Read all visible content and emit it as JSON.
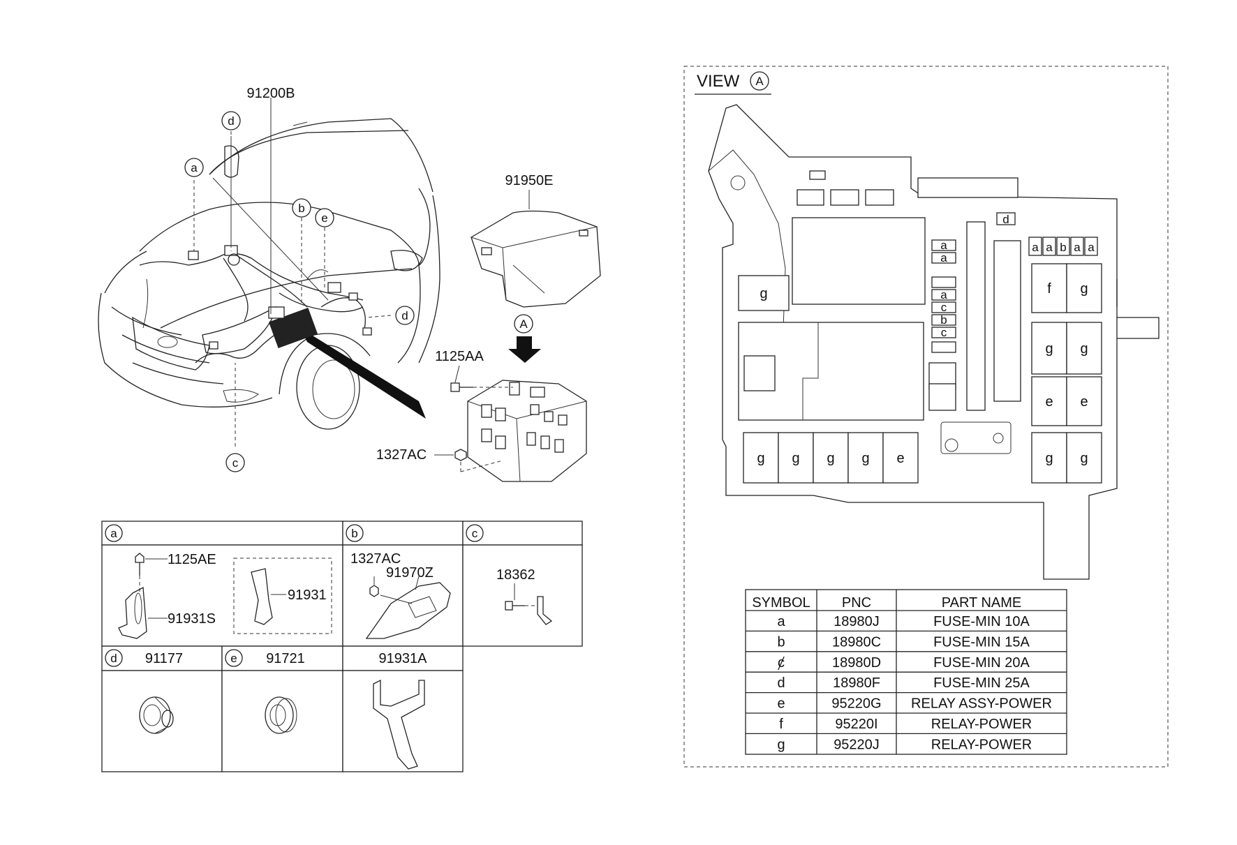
{
  "callouts": {
    "harness": "91200B",
    "cover": "91950E",
    "bolt_main": "1125AA",
    "nut_main": "1327AC",
    "view_arrow": "A"
  },
  "circle_labels": {
    "a": "a",
    "b": "b",
    "c": "c",
    "d": "d",
    "e": "e"
  },
  "details": {
    "a": {
      "tag": "a",
      "bolt": "1125AE",
      "bracket": "91931S",
      "bracket_alt": "91931"
    },
    "b": {
      "tag": "b",
      "nut": "1327AC",
      "part": "91970Z"
    },
    "c": {
      "tag": "c",
      "part": "18362"
    },
    "d": {
      "tag": "d",
      "part": "91177"
    },
    "e": {
      "tag": "e",
      "part": "91721"
    },
    "f": {
      "part": "91931A"
    }
  },
  "view": {
    "title": "VIEW",
    "symbol": "A",
    "slots": {
      "top_d": "d",
      "col_small": [
        "a",
        "a",
        "a",
        "c",
        "b",
        "c"
      ],
      "top_row": [
        "a",
        "a",
        "b",
        "a",
        "a"
      ],
      "relays_right": [
        "f",
        "g",
        "g",
        "g",
        "e",
        "e",
        "g",
        "g"
      ],
      "relay_left": "g",
      "relays_bottom": [
        "g",
        "g",
        "g",
        "g",
        "e"
      ]
    }
  },
  "parts_table": {
    "headers": [
      "SYMBOL",
      "PNC",
      "PART NAME"
    ],
    "rows": [
      [
        "a",
        "18980J",
        "FUSE-MIN 10A"
      ],
      [
        "b",
        "18980C",
        "FUSE-MIN 15A"
      ],
      [
        "ȼ",
        "18980D",
        "FUSE-MIN 20A"
      ],
      [
        "d",
        "18980F",
        "FUSE-MIN 25A"
      ],
      [
        "e",
        "95220G",
        "RELAY ASSY-POWER"
      ],
      [
        "f",
        "95220I",
        "RELAY-POWER"
      ],
      [
        "g",
        "95220J",
        "RELAY-POWER"
      ]
    ]
  }
}
